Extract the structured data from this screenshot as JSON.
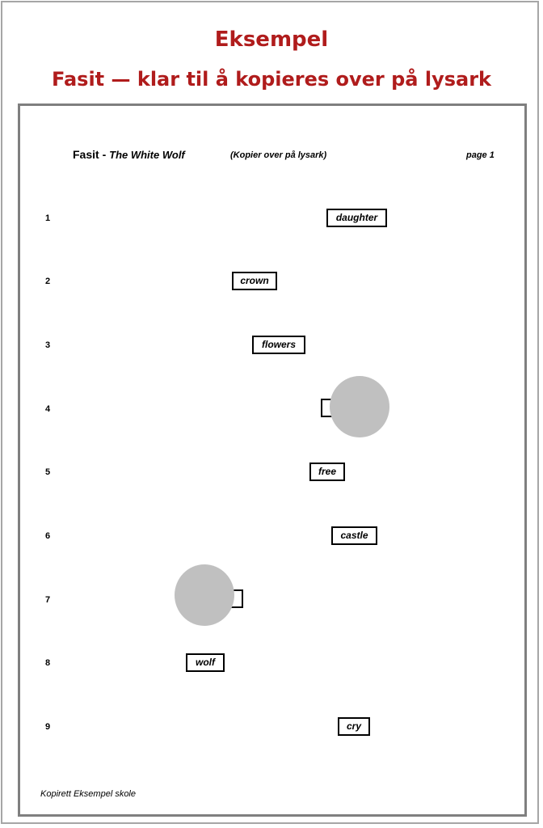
{
  "header": {
    "title": "Eksempel",
    "subtitle": "Fasit — klar til å kopieres over på lysark"
  },
  "sheet": {
    "title_prefix": "Fasit -",
    "book_title": "The White Wolf",
    "note": "(Kopier over på lysark)",
    "page_label": "page 1",
    "footer": "Kopirett Eksempel skole",
    "rows": [
      {
        "number": "1",
        "word": "daughter"
      },
      {
        "number": "2",
        "word": "crown"
      },
      {
        "number": "3",
        "word": "flowers"
      },
      {
        "number": "4",
        "word": ""
      },
      {
        "number": "5",
        "word": "free"
      },
      {
        "number": "6",
        "word": "castle"
      },
      {
        "number": "7",
        "word": ""
      },
      {
        "number": "8",
        "word": "wolf"
      },
      {
        "number": "9",
        "word": "cry"
      }
    ]
  },
  "colors": {
    "heading_red": "#b01c1c",
    "frame_grey": "#a6a6a6",
    "mask_grey": "#c0c0c0"
  }
}
